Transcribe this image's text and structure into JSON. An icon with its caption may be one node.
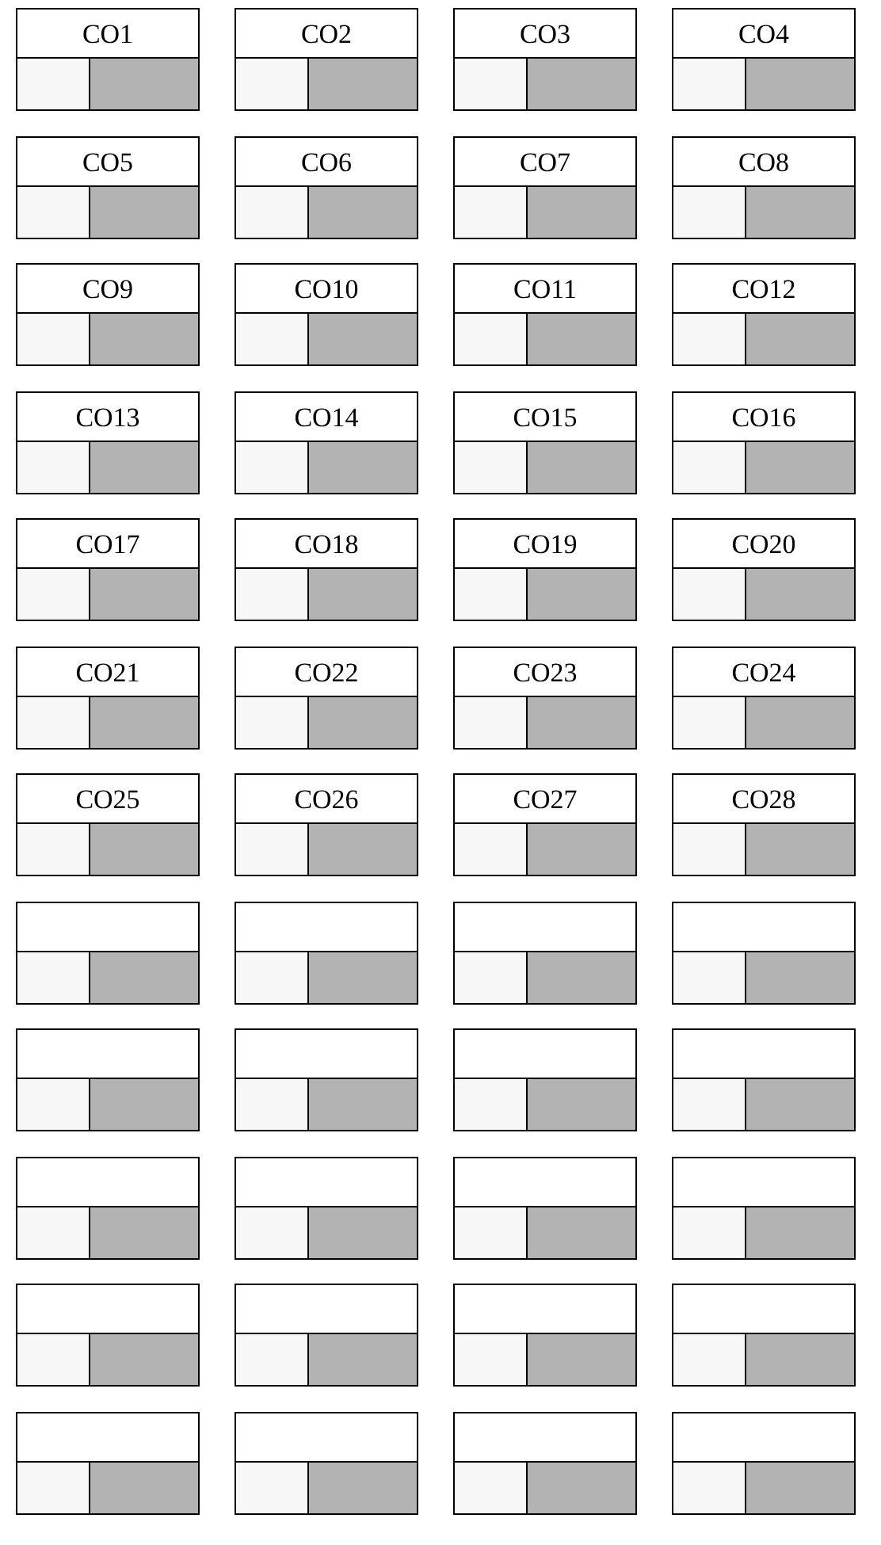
{
  "diagram": {
    "nodes": [
      {
        "text": [
          "CO1"
        ]
      },
      {
        "text": [
          "CO2"
        ]
      },
      {
        "text": [
          "CO3"
        ]
      },
      {
        "text": [
          "CO4"
        ]
      },
      {
        "text": [
          "CO5"
        ]
      },
      {
        "text": [
          "CO6"
        ]
      },
      {
        "text": [
          "CO7"
        ]
      },
      {
        "text": [
          "CO8"
        ]
      },
      {
        "text": [
          "CO9"
        ]
      },
      {
        "text": [
          "CO10"
        ]
      },
      {
        "text": [
          "CO11"
        ]
      },
      {
        "text": [
          "CO12"
        ]
      },
      {
        "text": [
          "CO13"
        ]
      },
      {
        "text": [
          "CO14"
        ]
      },
      {
        "text": [
          "CO15"
        ]
      },
      {
        "text": [
          "CO16"
        ]
      },
      {
        "text": [
          "CO17"
        ]
      },
      {
        "text": [
          "CO18"
        ]
      },
      {
        "text": [
          "CO19"
        ]
      },
      {
        "text": [
          "CO20"
        ]
      },
      {
        "text": [
          "CO21"
        ]
      },
      {
        "text": [
          "CO22"
        ]
      },
      {
        "text": [
          "CO23"
        ]
      },
      {
        "text": [
          "CO24"
        ]
      },
      {
        "text": [
          "CO25"
        ]
      },
      {
        "text": [
          "CO26"
        ]
      },
      {
        "text": [
          "CO27"
        ]
      },
      {
        "text": [
          "CO28"
        ]
      },
      {
        "text": [],
        "shape": "box"
      },
      {
        "text": [],
        "shape": "box"
      },
      {
        "text": [],
        "shape": "box"
      },
      {
        "text": [],
        "shape": "box"
      },
      {
        "text": [],
        "shape": "box"
      },
      {
        "text": [],
        "shape": "box"
      },
      {
        "text": [],
        "shape": "box"
      },
      {
        "text": [],
        "shape": "box"
      },
      {
        "text": [],
        "shape": "box"
      },
      {
        "text": [],
        "shape": "box"
      },
      {
        "text": [],
        "shape": "box"
      },
      {
        "text": [],
        "shape": "box"
      },
      {
        "text": [],
        "shape": "box"
      },
      {
        "text": [],
        "shape": "box"
      },
      {
        "text": [],
        "shape": "box"
      },
      {
        "text": [],
        "shape": "box"
      },
      {
        "text": [],
        "shape": "box"
      },
      {
        "text": [],
        "shape": "box"
      },
      {
        "text": [],
        "shape": "box"
      },
      {
        "text": [],
        "shape": "box"
      }
    ]
  }
}
